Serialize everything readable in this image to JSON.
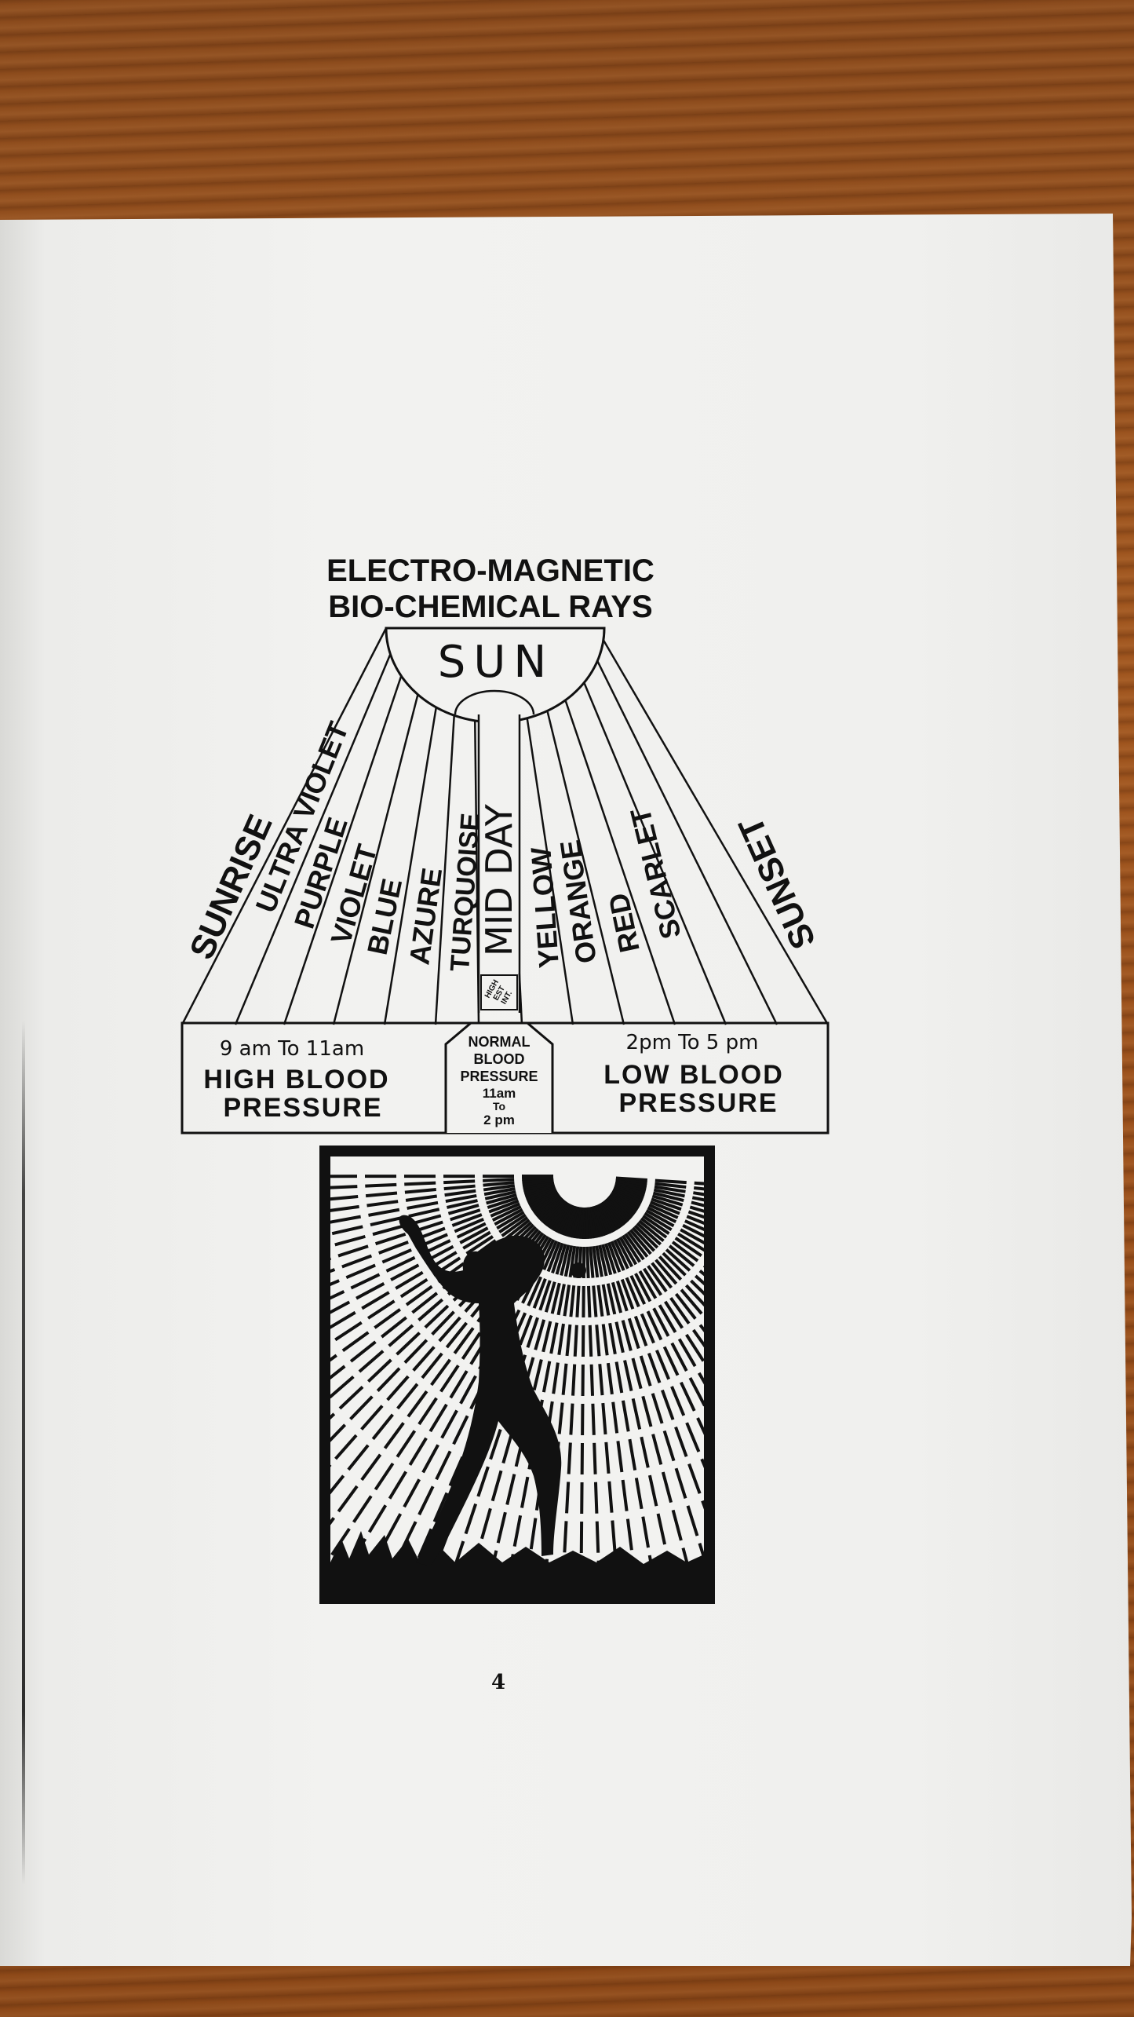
{
  "diagram": {
    "title_line1": "ELECTRO-MAGNETIC",
    "title_line2": "BIO-CHEMICAL RAYS",
    "sun_label": "SUN",
    "sunrise_label": "SUNRISE",
    "sunset_label": "SUNSET",
    "rays": [
      "ULTRA VIOLET",
      "PURPLE",
      "VIOLET",
      "BLUE",
      "AZURE",
      "TURQUOISE",
      "MID DAY",
      "YELLOW",
      "ORANGE",
      "RED",
      "SCARLET"
    ],
    "high_intensity_label_1": "HIGH",
    "high_intensity_label_2": "EST",
    "high_intensity_label_3": "INT.",
    "left_box": {
      "time": "9 am  To  11am",
      "line1": "HIGH BLOOD",
      "line2": "PRESSURE"
    },
    "center_box": {
      "line1": "NORMAL",
      "line2": "BLOOD",
      "line3": "PRESSURE",
      "line4": "11am",
      "line5": "To",
      "line6": "2 pm"
    },
    "right_box": {
      "time": "2pm  To  5 pm",
      "line1": "LOW BLOOD",
      "line2": "PRESSURE"
    }
  },
  "page_number": "4",
  "colors": {
    "ink": "#111111",
    "paper": "#f0f0ee",
    "wood": "#9a501c"
  }
}
